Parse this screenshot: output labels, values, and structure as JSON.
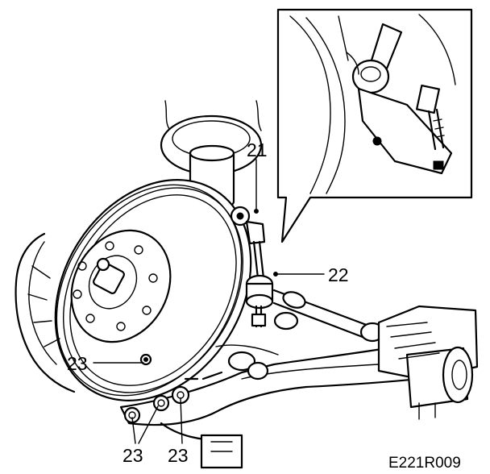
{
  "callouts": {
    "c21": "21",
    "c22": "22",
    "c23a": "23",
    "c23b": "23",
    "c23c": "23"
  },
  "figure_code": "E221R009"
}
